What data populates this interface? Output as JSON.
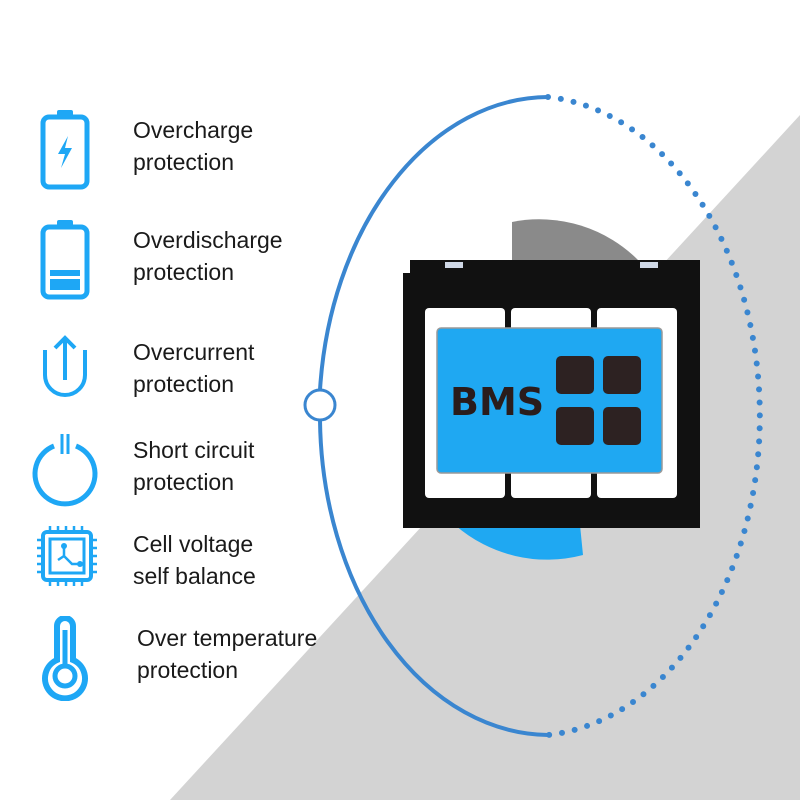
{
  "features": [
    {
      "icon": "battery-charging-icon",
      "line1": "Overcharge",
      "line2": "protection"
    },
    {
      "icon": "battery-low-icon",
      "line1": "Overdischarge",
      "line2": "protection"
    },
    {
      "icon": "current-arrow-icon",
      "line1": "Overcurrent",
      "line2": "protection"
    },
    {
      "icon": "power-icon",
      "line1": "Short circuit",
      "line2": "protection"
    },
    {
      "icon": "chip-icon",
      "line1": "Cell voltage",
      "line2": "self balance"
    },
    {
      "icon": "thermometer-icon",
      "line1": "Over temperature",
      "line2": "protection"
    }
  ],
  "product": {
    "label": "BMS"
  },
  "colors": {
    "accent": "#1ea7f5",
    "arc": "#3a86d0",
    "gray": "#d3d3d3",
    "battery": "#111111",
    "panel": "#1fa8f2"
  }
}
